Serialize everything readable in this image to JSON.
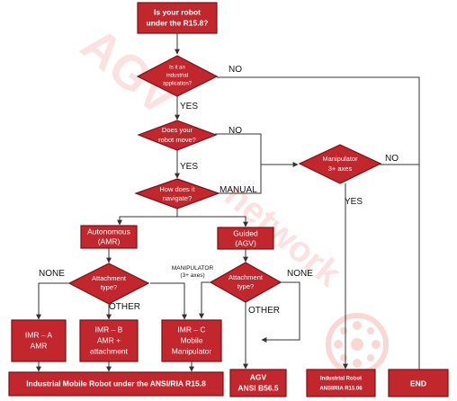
{
  "watermark": {
    "brand": "AGV",
    "word": "network"
  },
  "nodes": {
    "start": [
      "Is your robot",
      "under the R15.8?"
    ],
    "industrial": [
      "Is it an",
      "industrial",
      "application?"
    ],
    "move": [
      "Does your",
      "robot move?"
    ],
    "navigate": [
      "How does it",
      "navigate?"
    ],
    "manipulator_q": [
      "Manipulator",
      "3+ axes"
    ],
    "autonomous": [
      "Autonomous",
      "(AMR)"
    ],
    "guided": [
      "Guided",
      "(AGV)"
    ],
    "attach1": [
      "Attachment",
      "type?"
    ],
    "attach2": [
      "Attachment",
      "type?"
    ],
    "imr_a": [
      "IMR – A",
      "AMR"
    ],
    "imr_b": [
      "IMR – B",
      "AMR +",
      "attachment"
    ],
    "imr_c": [
      "IMR – C",
      "Mobile",
      "Manipulator"
    ],
    "imr_std": "Industrial Mobile Robot under the ANSI/RIA R15.8",
    "agv": [
      "AGV",
      "ANSI B56.5"
    ],
    "ind_robot": [
      "Industrial Robot",
      "ANSI/RIA R15.06"
    ],
    "end": "END"
  },
  "labels": {
    "no_industrial": "NO",
    "yes_industrial": "YES",
    "no_move": "NO",
    "yes_move": "YES",
    "manual": "MANUAL",
    "no_manip": "NO",
    "yes_manip": "YES",
    "none_left": "NONE",
    "other_left": "OTHER",
    "manipulator_line1": "MANIPULATOR",
    "manipulator_line2": "(3+ axes)",
    "none_right": "NONE",
    "other_right": "OTHER"
  }
}
